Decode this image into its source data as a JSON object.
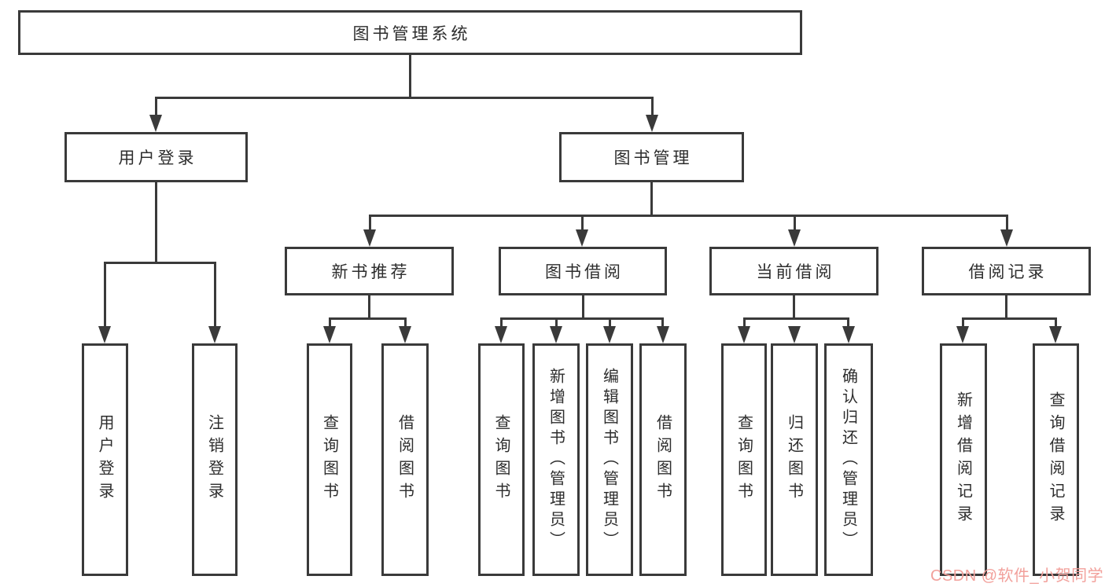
{
  "diagram": {
    "type": "hierarchy-tree",
    "colors": {
      "line": "#3a3a3a",
      "box_fill": "#ffffff",
      "text": "#2d2d2d",
      "watermark": "#F2A09B"
    },
    "nodes": {
      "root": "图书管理系统",
      "l2": [
        "用户登录",
        "图书管理"
      ],
      "l3": [
        "新书推荐",
        "图书借阅",
        "当前借阅",
        "借阅记录"
      ],
      "l4_user": [
        "用户登录",
        "注销登录"
      ],
      "l4_new": [
        "查询图书",
        "借阅图书"
      ],
      "l4_borrow": [
        "查询图书",
        "新增图书（管理员）",
        "编辑图书（管理员）",
        "借阅图书"
      ],
      "l4_current": [
        "查询图书",
        "归还图书",
        "确认归还（管理员）"
      ],
      "l4_records": [
        "新增借阅记录",
        "查询借阅记录"
      ]
    },
    "hierarchy": {
      "图书管理系统": {
        "用户登录": [
          "用户登录",
          "注销登录"
        ],
        "图书管理": {
          "新书推荐": [
            "查询图书",
            "借阅图书"
          ],
          "图书借阅": [
            "查询图书",
            "新增图书（管理员）",
            "编辑图书（管理员）",
            "借阅图书"
          ],
          "当前借阅": [
            "查询图书",
            "归还图书",
            "确认归还（管理员）"
          ],
          "借阅记录": [
            "新增借阅记录",
            "查询借阅记录"
          ]
        }
      }
    },
    "watermark": "CSDN @软件_小贺同学"
  }
}
